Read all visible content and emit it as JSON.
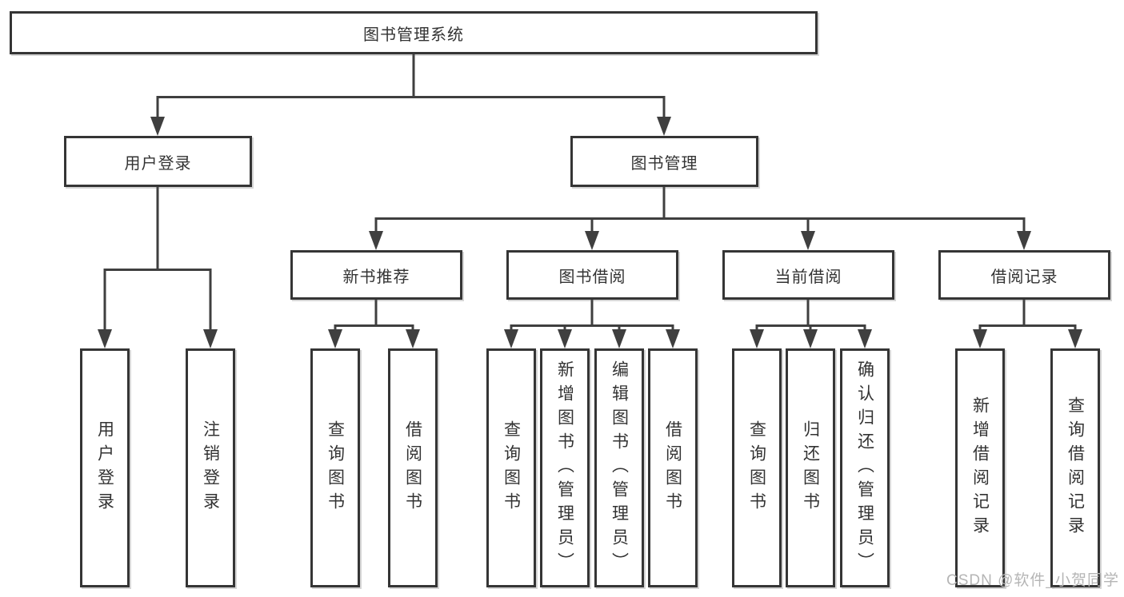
{
  "tree": {
    "root": "图书管理系统",
    "branches": [
      {
        "label": "用户登录",
        "children": [
          "用户登录",
          "注销登录"
        ]
      },
      {
        "label": "图书管理",
        "groups": [
          {
            "label": "新书推荐",
            "children": [
              "查询图书",
              "借阅图书"
            ]
          },
          {
            "label": "图书借阅",
            "children": [
              "查询图书",
              "新增图书（管理员）",
              "编辑图书（管理员）",
              "借阅图书"
            ]
          },
          {
            "label": "当前借阅",
            "children": [
              "查询图书",
              "归还图书",
              "确认归还（管理员）"
            ]
          },
          {
            "label": "借阅记录",
            "children": [
              "新增借阅记录",
              "查询借阅记录"
            ]
          }
        ]
      }
    ]
  },
  "watermark": {
    "text": "CSDN @软件_小贺同学"
  },
  "colors": {
    "line": "#3f3f3f",
    "border": "#353535",
    "text": "#333333",
    "watermark": "#b5b5b5",
    "background": "#ffffff"
  }
}
